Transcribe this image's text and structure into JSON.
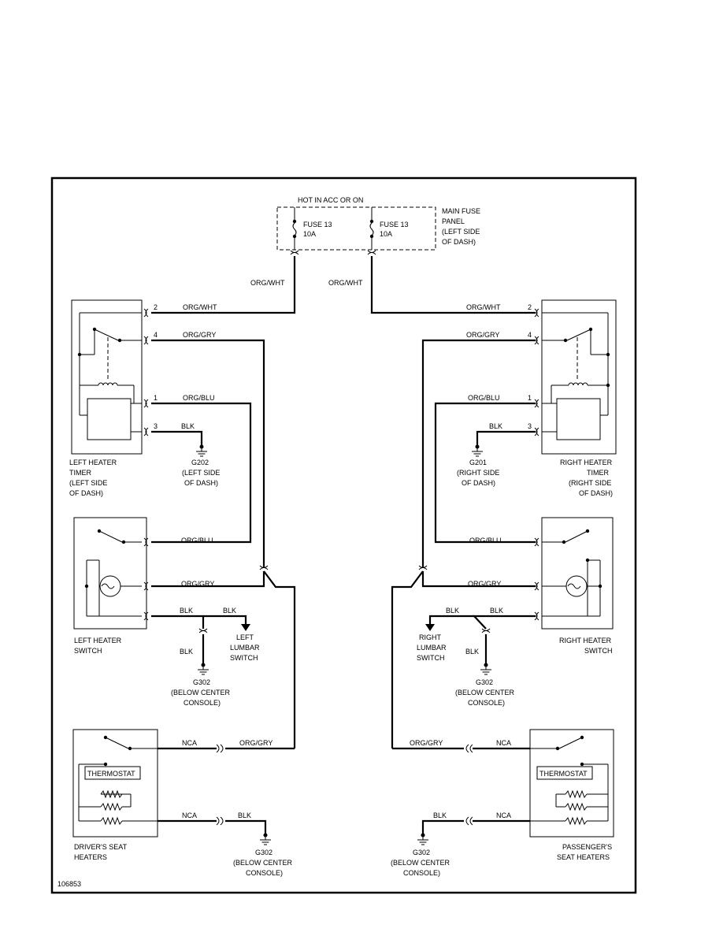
{
  "fuse_panel": {
    "header": "HOT IN ACC OR ON",
    "fuse_left": {
      "name": "FUSE 13",
      "rating": "10A"
    },
    "fuse_right": {
      "name": "FUSE 13",
      "rating": "10A"
    },
    "label": [
      "MAIN FUSE",
      "PANEL",
      "(LEFT SIDE",
      "OF DASH)"
    ]
  },
  "wires": {
    "org_wht": "ORG/WHT",
    "org_gry": "ORG/GRY",
    "org_blu": "ORG/BLU",
    "blk": "BLK",
    "nca": "NCA"
  },
  "pins": {
    "p1": "1",
    "p2": "2",
    "p3": "3",
    "p4": "4"
  },
  "left_timer": [
    "LEFT HEATER",
    "TIMER",
    "(LEFT SIDE",
    "OF DASH)"
  ],
  "right_timer": [
    "RIGHT HEATER",
    "TIMER",
    "(RIGHT SIDE",
    "OF DASH)"
  ],
  "g202": [
    "G202",
    "(LEFT SIDE",
    "OF DASH)"
  ],
  "g201": [
    "G201",
    "(RIGHT SIDE",
    "OF DASH)"
  ],
  "left_switch": [
    "LEFT HEATER",
    "SWITCH"
  ],
  "right_switch": [
    "RIGHT HEATER",
    "SWITCH"
  ],
  "left_lumbar": [
    "LEFT",
    "LUMBAR",
    "SWITCH"
  ],
  "right_lumbar": [
    "RIGHT",
    "LUMBAR",
    "SWITCH"
  ],
  "g302": [
    "G302",
    "(BELOW CENTER",
    "CONSOLE)"
  ],
  "thermostat": "THERMOSTAT",
  "driver_heaters": [
    "DRIVER'S SEAT",
    "HEATERS"
  ],
  "passenger_heaters": [
    "PASSENGER'S",
    "SEAT HEATERS"
  ],
  "figure_number": "106853"
}
